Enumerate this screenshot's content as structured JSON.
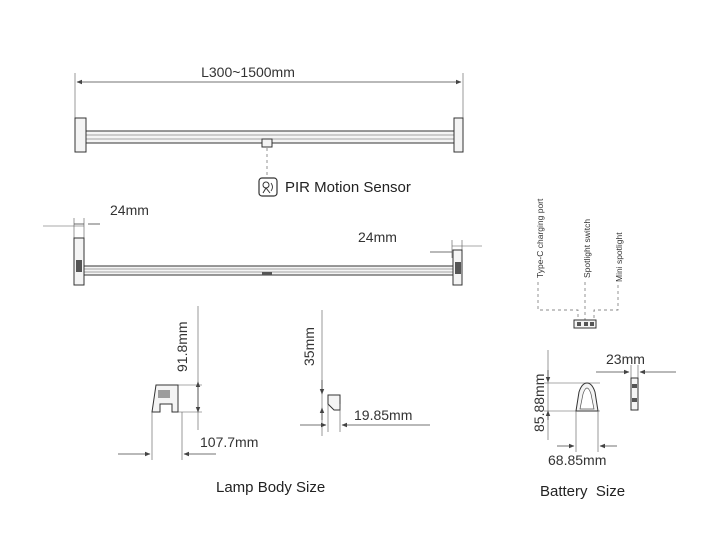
{
  "labels": {
    "length": "L300~1500mm",
    "pir": "PIR Motion Sensor",
    "end_width_left": "24mm",
    "end_width_right": "24mm",
    "height_body": "91.8mm",
    "height_small": "35mm",
    "width_body": "107.7mm",
    "width_small": "19.85mm",
    "lamp_caption": "Lamp Body Size",
    "type_c": "Type-C charging port",
    "spot_switch": "Spotlight switch",
    "mini_spot": "Mini spotlight",
    "battery_height": "85.88mm",
    "battery_width": "68.85mm",
    "battery_depth": "23mm",
    "battery_caption": "Battery  Size"
  },
  "icons": [
    "pir-sensor-icon"
  ]
}
